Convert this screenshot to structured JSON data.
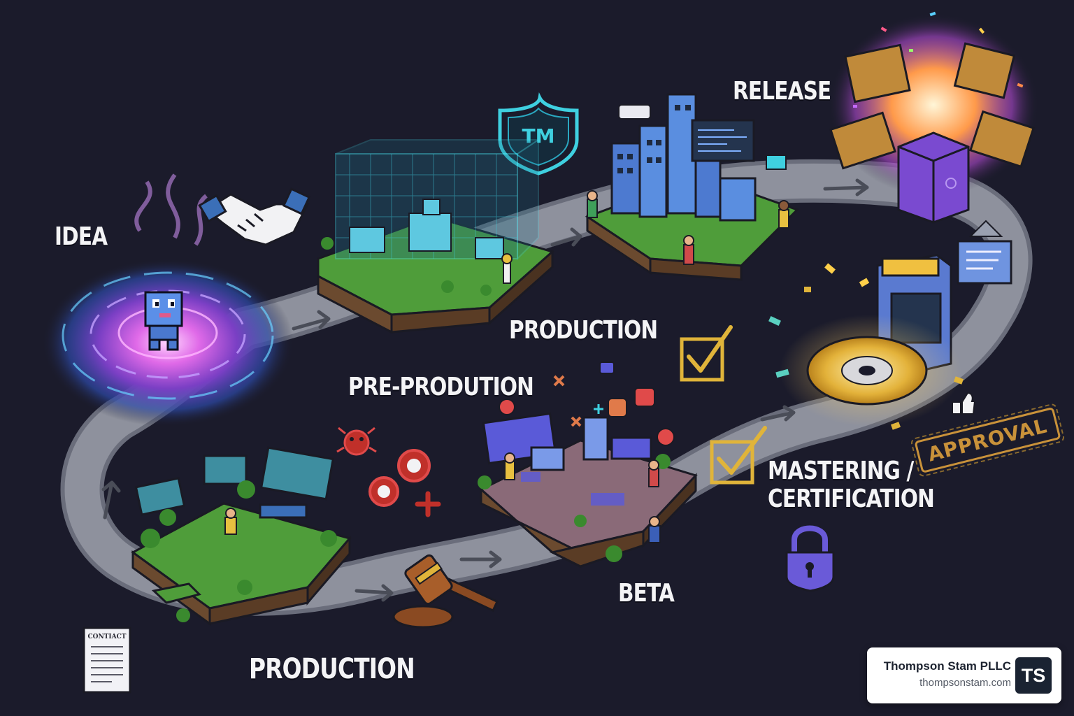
{
  "stages": {
    "idea": "IDEA",
    "release": "RELEASE",
    "production_top": "PRODUCTION",
    "pre_production": "PRE-PRODUTION",
    "mastering_line1": "MASTERING /",
    "mastering_line2": "CERTIFICATION",
    "beta": "BETA",
    "production_bottom": "PRODUCTION"
  },
  "icons": {
    "trademark": "TM",
    "contract": "CONTIACT",
    "approval": "APPROVAL"
  },
  "firm": {
    "name": "Thompson Stam PLLC",
    "url": "thompsonstam.com",
    "logo": "TS"
  },
  "colors": {
    "background": "#1b1b2b",
    "road": "#7b7f8c",
    "grass": "#4f9d3a",
    "accent_cyan": "#3fd0e0",
    "accent_gold": "#e0b43a",
    "accent_purple": "#8a5ad6"
  }
}
